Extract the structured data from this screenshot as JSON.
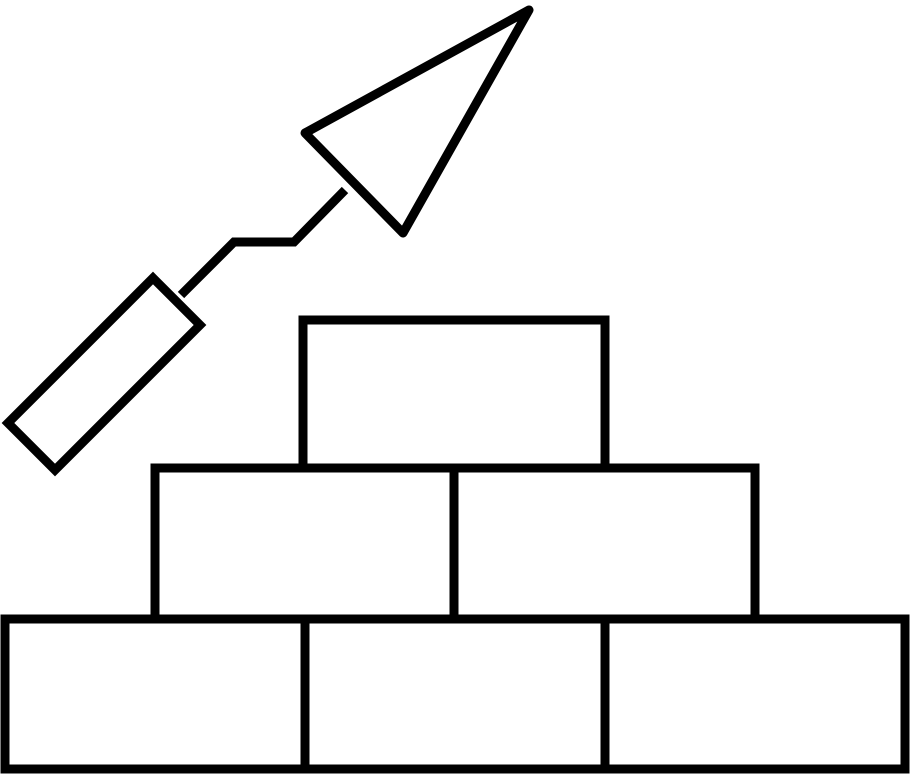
{
  "icon": {
    "name": "brick-wall-with-trowel-icon",
    "stroke_color": "#000000",
    "background_color": "#ffffff",
    "parts": [
      "trowel-blade",
      "trowel-neck",
      "trowel-handle",
      "brick-row-top",
      "brick-row-middle",
      "brick-row-bottom"
    ],
    "brick_rows": [
      {
        "row": "top",
        "brick_count": 1
      },
      {
        "row": "middle",
        "brick_count": 2
      },
      {
        "row": "bottom",
        "brick_count": 3
      }
    ]
  }
}
